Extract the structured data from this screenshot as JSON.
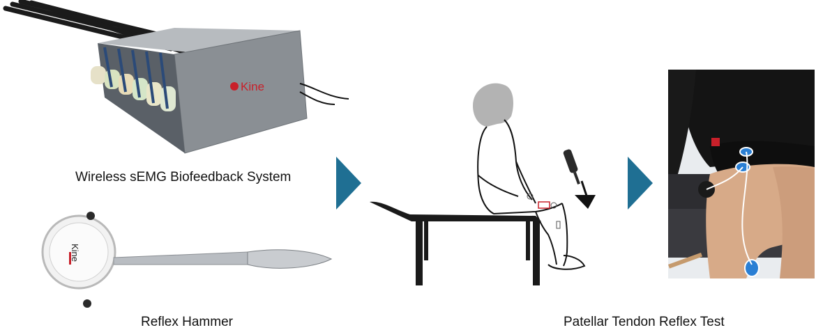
{
  "panels": {
    "emg_system": {
      "caption": "Wireless sEMG Biofeedback System",
      "brand_text": "Kine"
    },
    "hammer": {
      "caption": "Reflex Hammer",
      "brand_text": "Kine"
    },
    "reflex_test": {
      "caption": "Patellar Tendon Reflex Test"
    }
  },
  "colors": {
    "arrow": "#1f6f93",
    "device_body": "#8d9297",
    "brand_red": "#c8202a",
    "electrode_blue": "#2a7fd4"
  },
  "icons": [
    "flow-arrow-icon",
    "flow-arrow-icon"
  ]
}
